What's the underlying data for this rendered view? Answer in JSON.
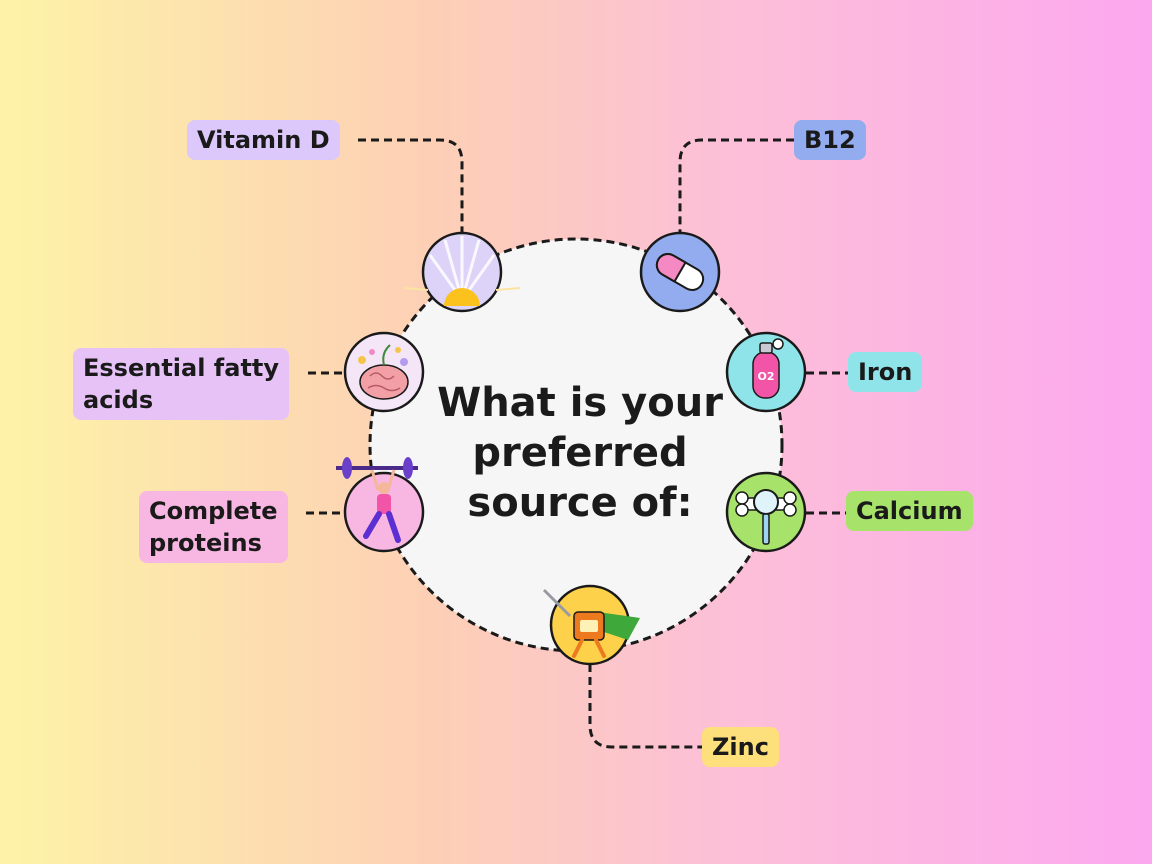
{
  "title_lines": [
    "What is your",
    "preferred",
    "source of:"
  ],
  "nutrients": [
    {
      "lines": [
        "Vitamin D"
      ],
      "color": "#dcc8fb",
      "icon": "sun-icon"
    },
    {
      "lines": [
        "B12"
      ],
      "color": "#93acf0",
      "icon": "pill-capsule-icon"
    },
    {
      "lines": [
        "Essential fatty",
        "acids"
      ],
      "color": "#e7c2f7",
      "icon": "brain-with-flowers-icon"
    },
    {
      "lines": [
        "Iron"
      ],
      "color": "#8fe4ea",
      "icon": "oxygen-tank-icon"
    },
    {
      "lines": [
        "Complete",
        "proteins"
      ],
      "color": "#f8b7e2",
      "icon": "weightlifter-icon"
    },
    {
      "lines": [
        "Calcium"
      ],
      "color": "#a7e26a",
      "icon": "bone-magnifier-icon"
    },
    {
      "lines": [
        "Zinc"
      ],
      "color": "#fde07b",
      "icon": "zinc-superhero-icon"
    }
  ]
}
